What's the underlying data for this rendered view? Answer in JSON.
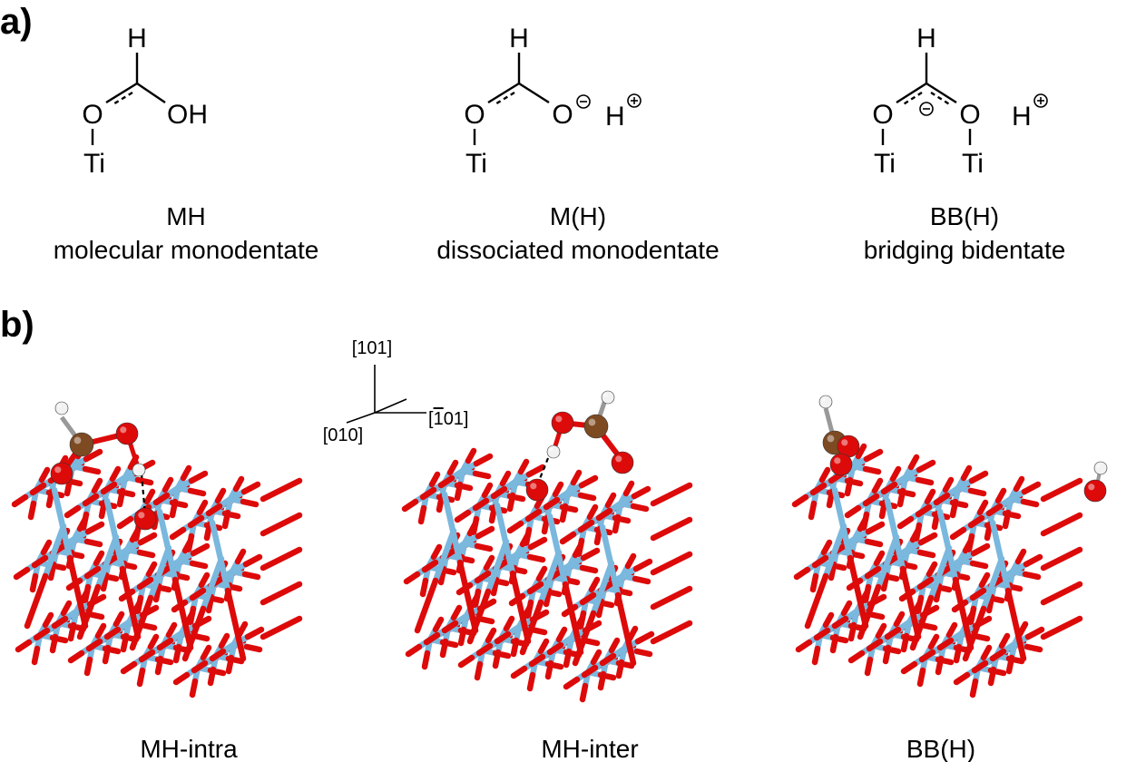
{
  "panel_a": {
    "label": "a)",
    "structures": [
      {
        "code": "MH",
        "name": "molecular monodentate",
        "atoms": {
          "h": "H",
          "o1": "O",
          "oh": "OH",
          "ti": "Ti"
        }
      },
      {
        "code": "M(H)",
        "name": "dissociated monodentate",
        "atoms": {
          "h": "H",
          "o1": "O",
          "o2": "O",
          "h_plus": "H",
          "ti": "Ti"
        }
      },
      {
        "code": "BB(H)",
        "name": "bridging bidentate",
        "atoms": {
          "h": "H",
          "o1": "O",
          "o2": "O",
          "h_plus": "H",
          "ti1": "Ti",
          "ti2": "Ti"
        }
      }
    ]
  },
  "panel_b": {
    "label": "b)",
    "axes": {
      "up": "[101]",
      "left": "[010]",
      "right": "[̄101]"
    },
    "models": [
      {
        "caption": "MH-intra"
      },
      {
        "caption": "MH-inter"
      },
      {
        "caption": "BB(H)"
      }
    ]
  },
  "colors": {
    "titanium": "#7ab8de",
    "oxygen": "#dd0a0a",
    "carbon": "#7d4a22",
    "hydrogen": "#f2f2f2"
  }
}
